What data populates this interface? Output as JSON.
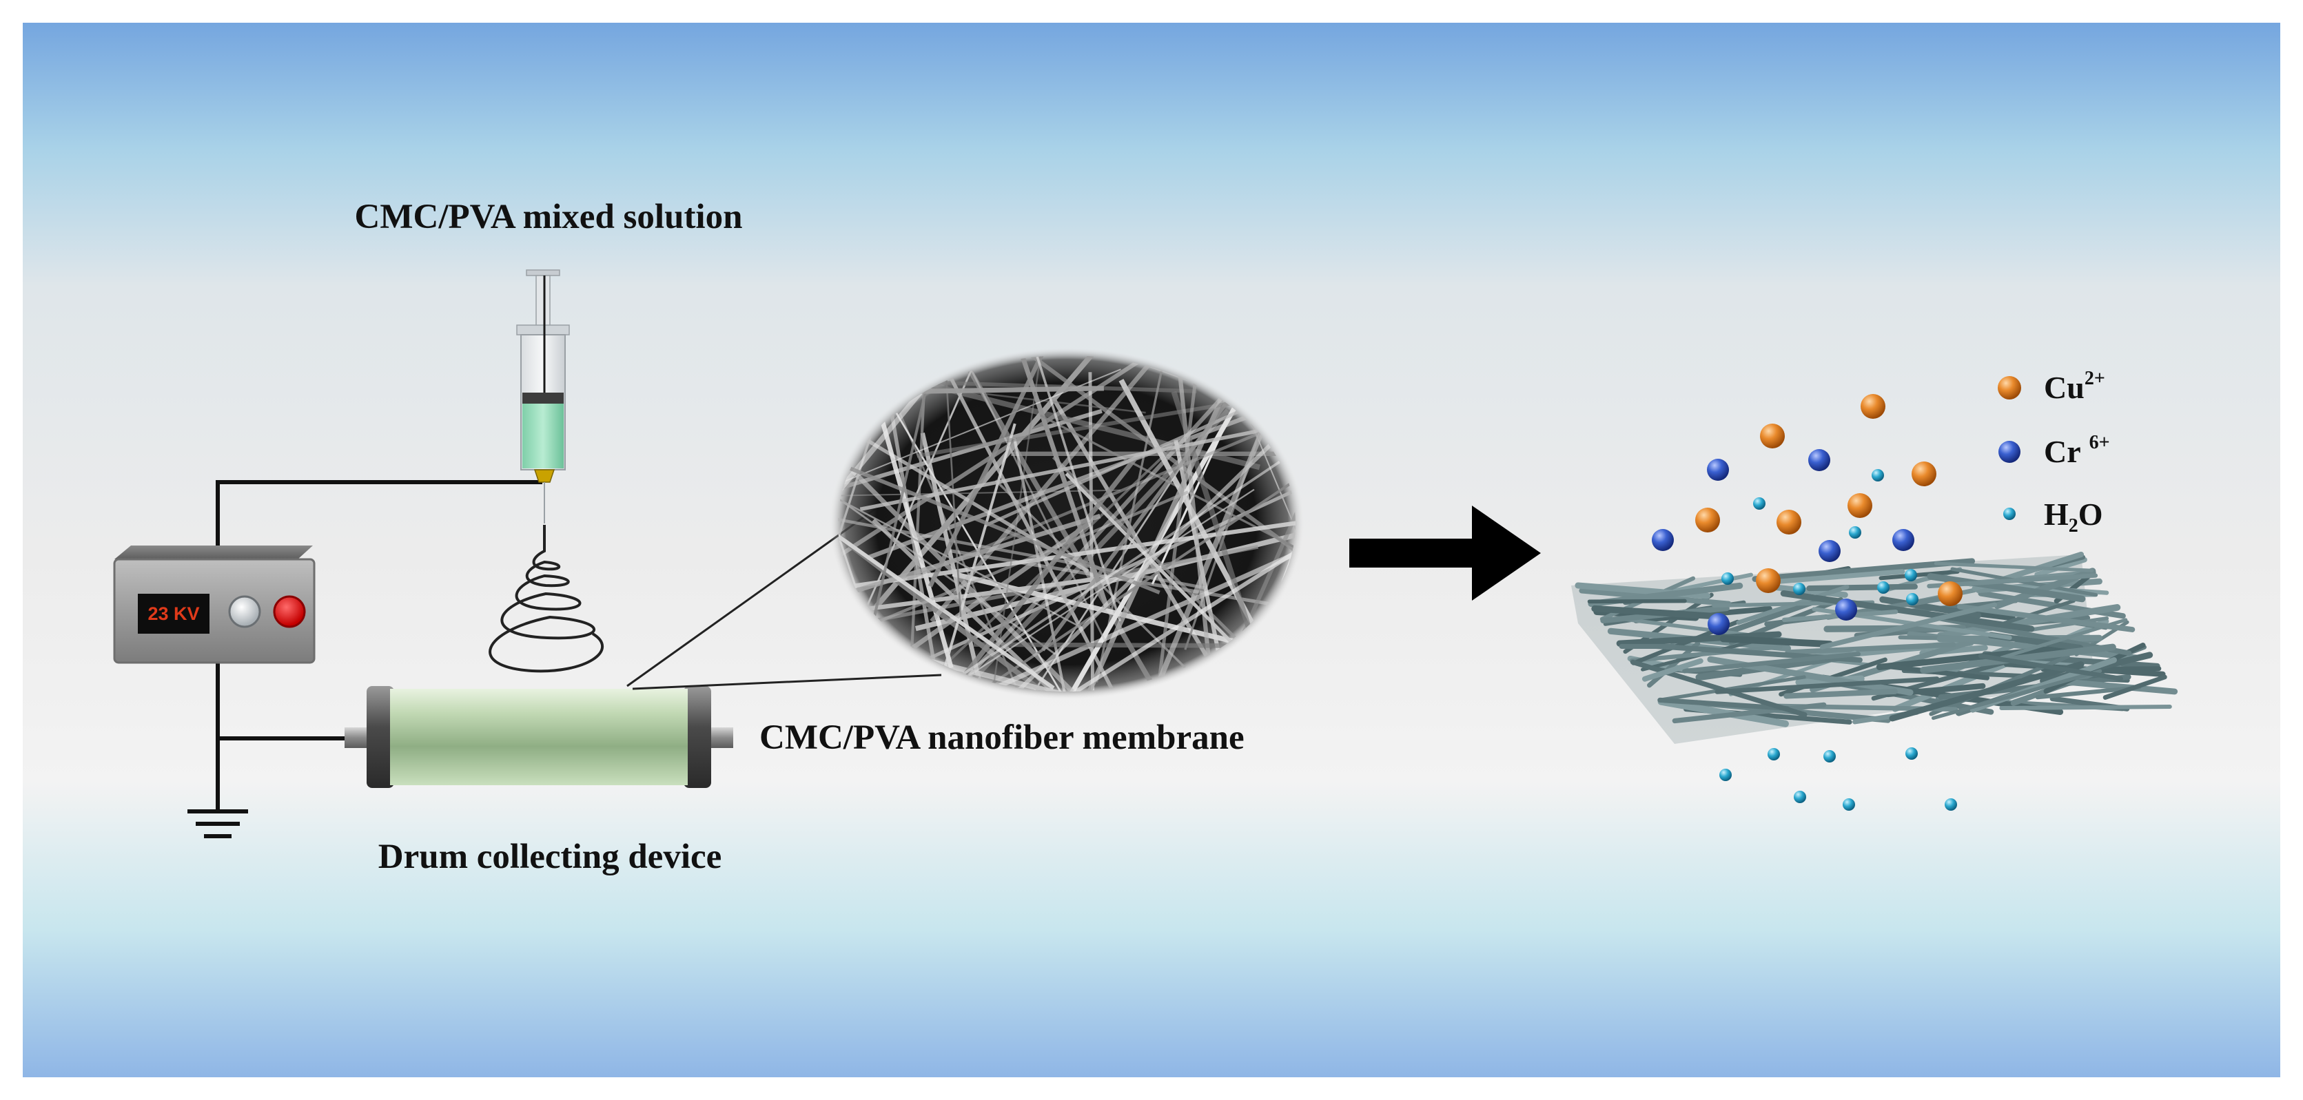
{
  "labels": {
    "solution": "CMC/PVA mixed solution",
    "membrane": "CMC/PVA nanofiber membrane",
    "drum": "Drum collecting device"
  },
  "power_supply": {
    "display": "23 KV"
  },
  "legend": [
    {
      "id": "cu",
      "base": "Cu",
      "sup": "2+",
      "sub": "",
      "tail": "",
      "color": "#e07a1e"
    },
    {
      "id": "cr",
      "base": "Cr",
      "sup": "6+",
      "sub": "",
      "tail": "",
      "color": "#2f55c8"
    },
    {
      "id": "water",
      "base": "H",
      "sup": "",
      "sub": "2",
      "tail": "O",
      "color": "#2aa8cf"
    }
  ],
  "colors": {
    "background_top": "#7aa9dc",
    "background_mid": "#f0f0f0",
    "fiber": "#6f8588",
    "drum": "#b6d1a8",
    "arrow": "#000000"
  }
}
